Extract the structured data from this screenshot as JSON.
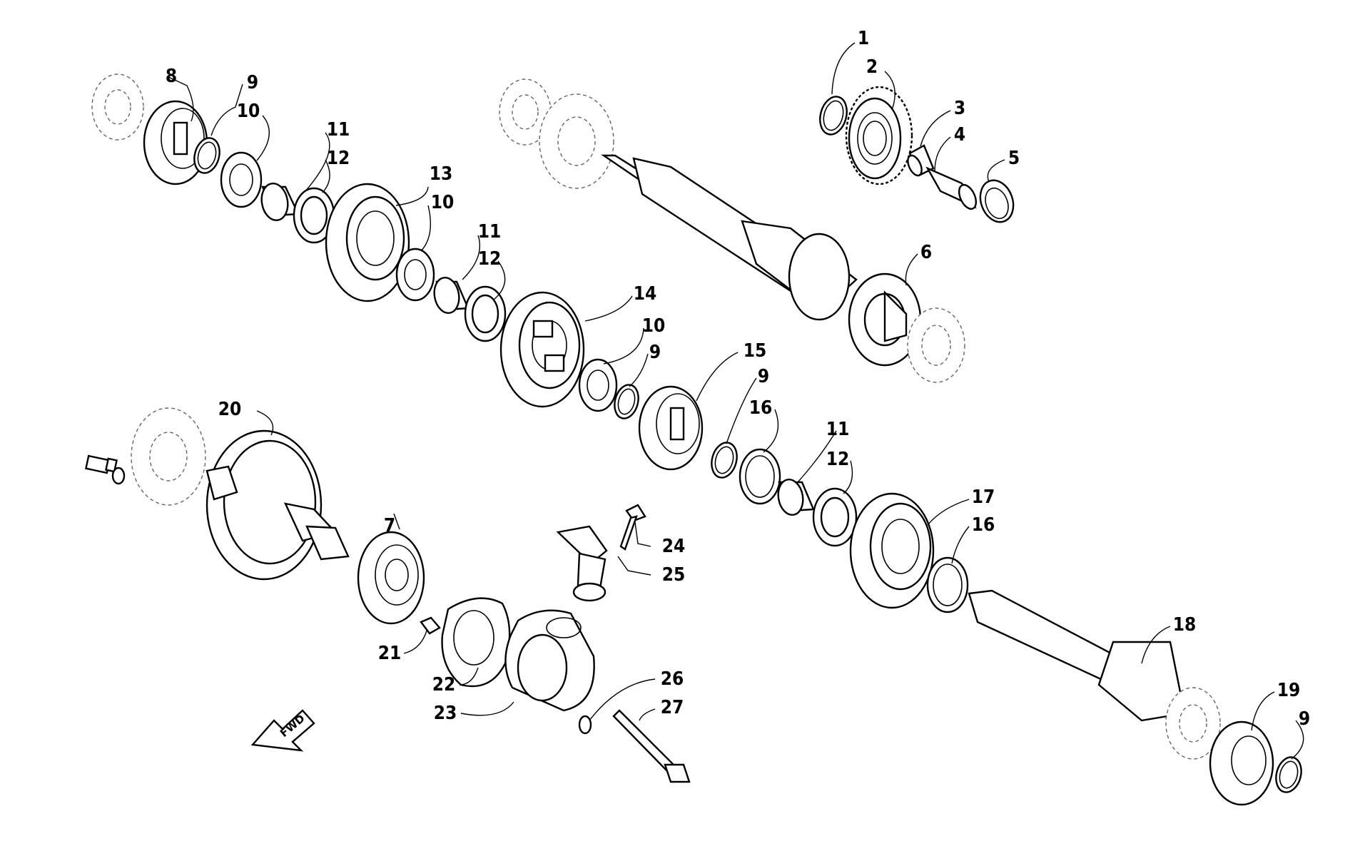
{
  "diagram": {
    "callouts": [
      "1",
      "2",
      "3",
      "4",
      "5",
      "6",
      "7",
      "8",
      "9",
      "10",
      "11",
      "12",
      "13",
      "14",
      "15",
      "16",
      "17",
      "18",
      "19",
      "20",
      "21",
      "22",
      "23",
      "24",
      "25",
      "26",
      "27"
    ],
    "direction_marker": "FWD"
  }
}
